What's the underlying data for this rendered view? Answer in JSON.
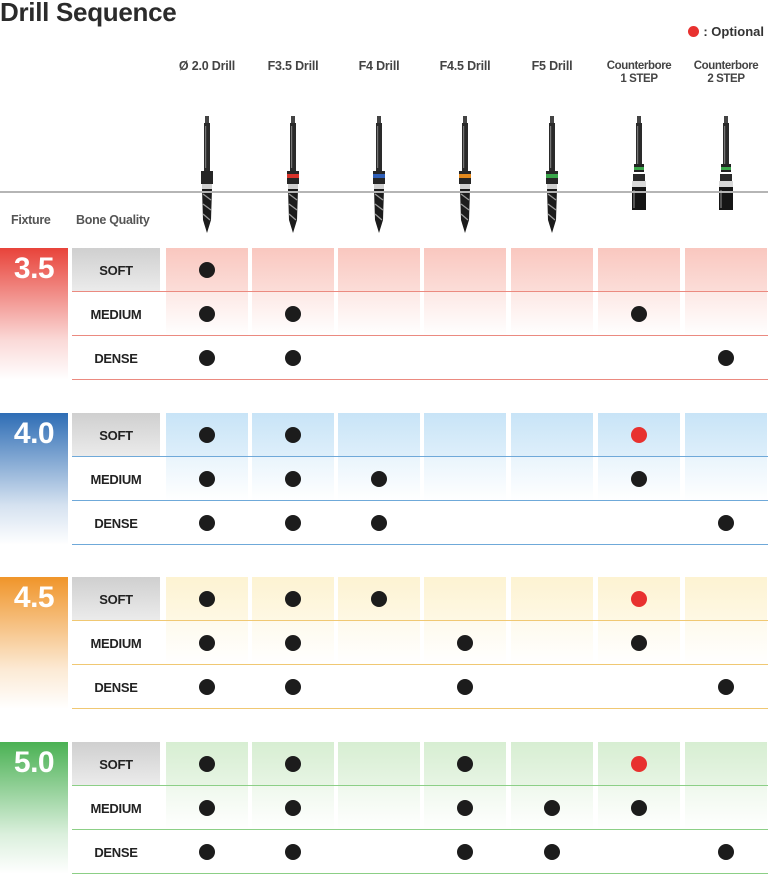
{
  "title": "Drill Sequence",
  "legend": {
    "label": ": Optional",
    "color": "#e8312f"
  },
  "columns": [
    {
      "line1": "Ø 2.0 Drill",
      "line2": "",
      "ring": ""
    },
    {
      "line1": "F3.5 Drill",
      "line2": "",
      "ring": "#d9342b"
    },
    {
      "line1": "F4 Drill",
      "line2": "",
      "ring": "#2f5fb8"
    },
    {
      "line1": "F4.5 Drill",
      "line2": "",
      "ring": "#e48a1e"
    },
    {
      "line1": "F5 Drill",
      "line2": "",
      "ring": "#3aa54a"
    },
    {
      "line1": "Counterbore",
      "line2": "1 STEP",
      "ring": "#3aa54a"
    },
    {
      "line1": "Counterbore",
      "line2": "2 STEP",
      "ring": "#3aa54a"
    }
  ],
  "headers": {
    "fixture": "Fixture",
    "bone_quality": "Bone Quality"
  },
  "legend_codes": {
    "1": "standard",
    "2": "optional"
  },
  "groups": [
    {
      "fixture": "3.5",
      "color": "#e8433a",
      "cell_tint": "#f9c7bf",
      "line_color": "#eb8a80",
      "rows": [
        {
          "quality": "SOFT",
          "marks": [
            1,
            0,
            0,
            0,
            0,
            0,
            0
          ]
        },
        {
          "quality": "MEDIUM",
          "marks": [
            1,
            1,
            0,
            0,
            0,
            1,
            0
          ]
        },
        {
          "quality": "DENSE",
          "marks": [
            1,
            1,
            0,
            0,
            0,
            0,
            1
          ]
        }
      ]
    },
    {
      "fixture": "4.0",
      "color": "#2e6db5",
      "cell_tint": "#c8e4f7",
      "line_color": "#6fa9d9",
      "rows": [
        {
          "quality": "SOFT",
          "marks": [
            1,
            1,
            0,
            0,
            0,
            2,
            0
          ]
        },
        {
          "quality": "MEDIUM",
          "marks": [
            1,
            1,
            1,
            0,
            0,
            1,
            0
          ]
        },
        {
          "quality": "DENSE",
          "marks": [
            1,
            1,
            1,
            0,
            0,
            0,
            1
          ]
        }
      ]
    },
    {
      "fixture": "4.5",
      "color": "#f0952a",
      "cell_tint": "#fdf3d2",
      "line_color": "#f0c873",
      "rows": [
        {
          "quality": "SOFT",
          "marks": [
            1,
            1,
            1,
            0,
            0,
            2,
            0
          ]
        },
        {
          "quality": "MEDIUM",
          "marks": [
            1,
            1,
            0,
            1,
            0,
            1,
            0
          ]
        },
        {
          "quality": "DENSE",
          "marks": [
            1,
            1,
            0,
            1,
            0,
            0,
            1
          ]
        }
      ]
    },
    {
      "fixture": "5.0",
      "color": "#4ab153",
      "cell_tint": "#d7eed2",
      "line_color": "#8ccf86",
      "rows": [
        {
          "quality": "SOFT",
          "marks": [
            1,
            1,
            0,
            1,
            0,
            2,
            0
          ]
        },
        {
          "quality": "MEDIUM",
          "marks": [
            1,
            1,
            0,
            1,
            1,
            1,
            0
          ]
        },
        {
          "quality": "DENSE",
          "marks": [
            1,
            1,
            0,
            1,
            1,
            0,
            1
          ]
        }
      ]
    }
  ]
}
